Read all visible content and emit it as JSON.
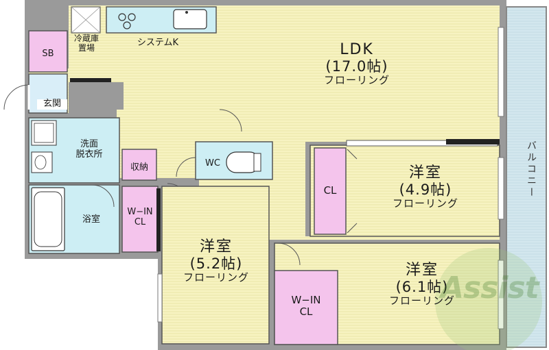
{
  "rooms": {
    "ldk": {
      "name": "LDK",
      "size": "(17.0帖)",
      "floor": "フローリング"
    },
    "western1": {
      "name": "洋室",
      "size": "(4.9帖)",
      "floor": "フローリング"
    },
    "western2": {
      "name": "洋室",
      "size": "(5.2帖)",
      "floor": "フローリング"
    },
    "western3": {
      "name": "洋室",
      "size": "(6.1帖)",
      "floor": "フローリング"
    },
    "sb": "SB",
    "genkan": "玄関",
    "fridge_line1": "冷蔵庫",
    "fridge_line2": "置場",
    "kitchen": "システムK",
    "washroom_line1": "洗面",
    "washroom_line2": "脱衣所",
    "storage": "収納",
    "wc": "WC",
    "bath": "浴室",
    "wic1_line1": "W−IN",
    "wic1_line2": "CL",
    "wic2_line1": "W−IN",
    "wic2_line2": "CL",
    "cl": "CL",
    "balcony": "バルコニー"
  },
  "logo": "Assist",
  "colors": {
    "room_yellow": "#f7f3c1",
    "closet_pink": "#f4c4ec",
    "wet_blue": "#cdeef4",
    "balcony_blue": "#cfe4ec",
    "wall_gray": "#8a8a8a",
    "logo_green": "#9cc97a"
  }
}
